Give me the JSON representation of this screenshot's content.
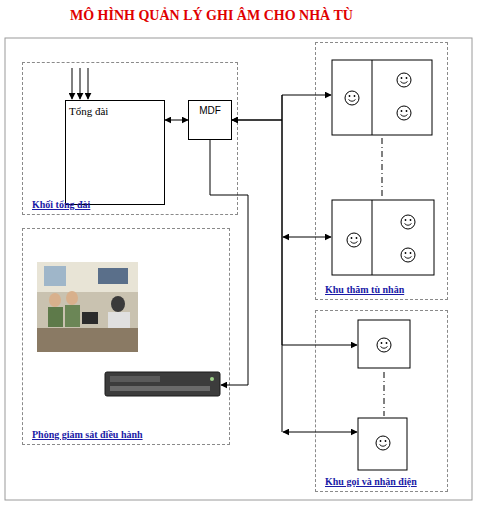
{
  "diagram": {
    "title": "MÔ HÌNH QUẢN LÝ GHI ÂM CHO NHÀ TÙ",
    "nodes": [
      {
        "text": [
          "Khối tổng đài"
        ]
      },
      {
        "text": [
          "Tổng đài"
        ],
        "in": 0
      },
      {
        "text": [
          "MDF"
        ],
        "in": 0
      },
      {
        "text": [
          "Phòng giám sát điều hành"
        ]
      },
      {
        "text": [
          "Khu thăm tù nhân"
        ]
      },
      {
        "text": [
          "Khu gọi và nhận điện"
        ]
      }
    ],
    "edges": [
      {
        "from": 1,
        "to": 2,
        "arrow": "both"
      },
      {
        "from": 2,
        "to": 4,
        "arrow": "both"
      },
      {
        "from": 2,
        "to": 5,
        "arrow": "both"
      },
      {
        "from": 2,
        "to": 3,
        "arrow": "to"
      }
    ]
  }
}
